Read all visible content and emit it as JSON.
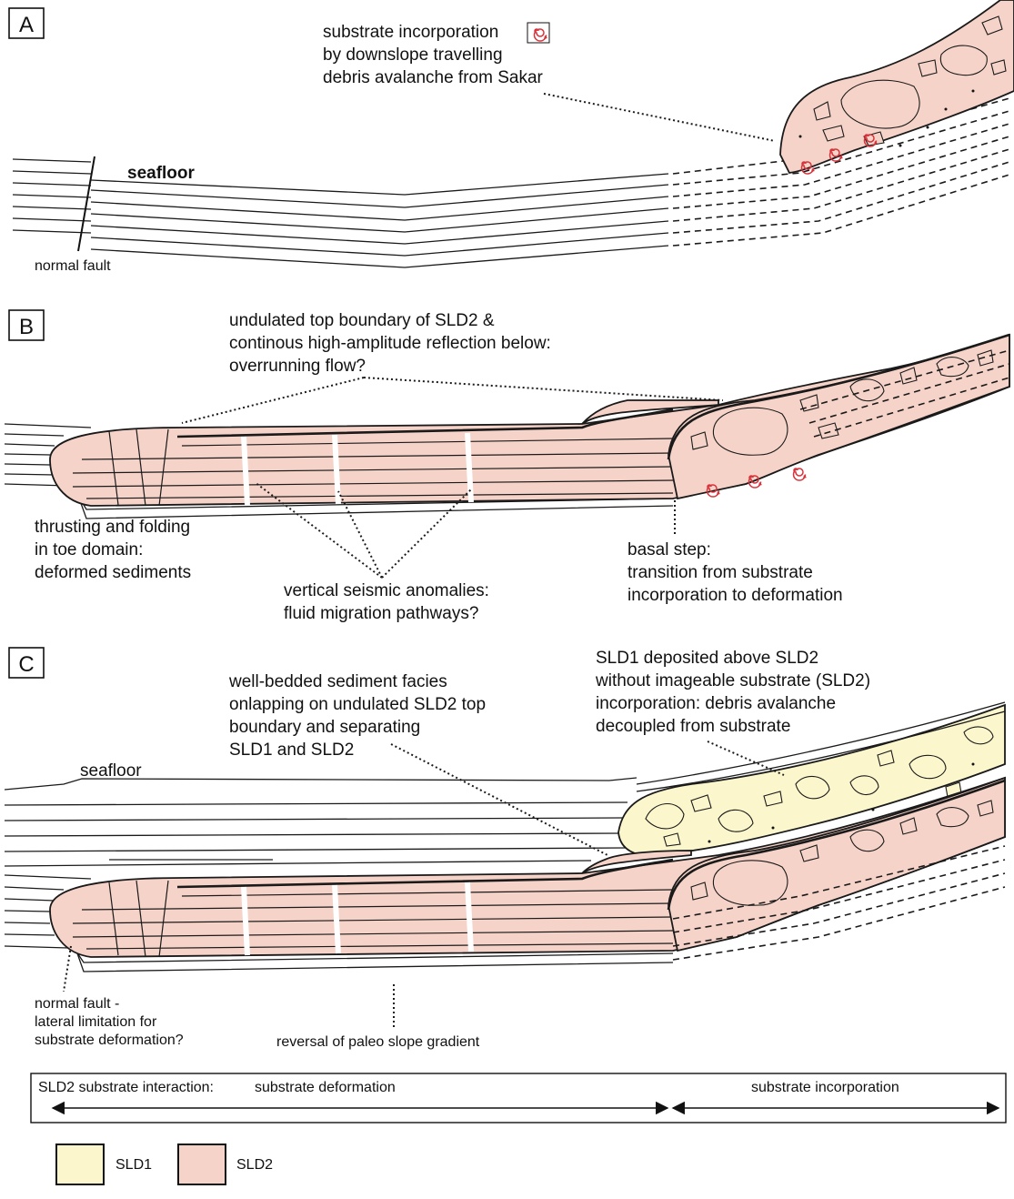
{
  "panels": {
    "a": {
      "letter": "A",
      "seafloor": "seafloor",
      "normal_fault": "normal fault",
      "incorporation_note": [
        "substrate incorporation",
        "by downslope travelling",
        "debris avalanche from Sakar"
      ]
    },
    "b": {
      "letter": "B",
      "top_boundary_note": [
        "undulated top boundary of SLD2 &",
        "continous high-amplitude reflection below:",
        "overrunning flow?"
      ],
      "toe_note": [
        "thrusting and folding",
        "in toe domain:",
        "deformed sediments"
      ],
      "anomaly_note": [
        "vertical seismic anomalies:",
        "fluid migration pathways?"
      ],
      "basal_step_note": [
        "basal step:",
        "transition from substrate",
        "incorporation to deformation"
      ]
    },
    "c": {
      "letter": "C",
      "seafloor": "seafloor",
      "facies_note": [
        "well-bedded sediment facies",
        "onlapping on undulated SLD2 top",
        "boundary and separating",
        "SLD1 and SLD2"
      ],
      "sld1_note": [
        "SLD1 deposited above SLD2",
        "without imageable substrate (SLD2)",
        "incorporation: debris avalanche",
        "decoupled from substrate"
      ],
      "fault_note": [
        "normal fault -",
        "lateral limitation for",
        "substrate deformation?"
      ],
      "gradient_note": "reversal of paleo slope gradient"
    }
  },
  "interaction_bar": {
    "title": "SLD2 substrate interaction:",
    "deformation": "substrate deformation",
    "incorporation": "substrate incorporation"
  },
  "legend": {
    "items": [
      {
        "label": "SLD1",
        "color": "#fbf6cc"
      },
      {
        "label": "SLD2",
        "color": "#f6d3c8"
      }
    ]
  },
  "colors": {
    "sld1_fill": "#fbf6cc",
    "sld2_fill": "#f6d3c8",
    "spiral_red": "#d8323a",
    "line": "#1a1a1a"
  },
  "icons": [
    "spiral-icon"
  ]
}
